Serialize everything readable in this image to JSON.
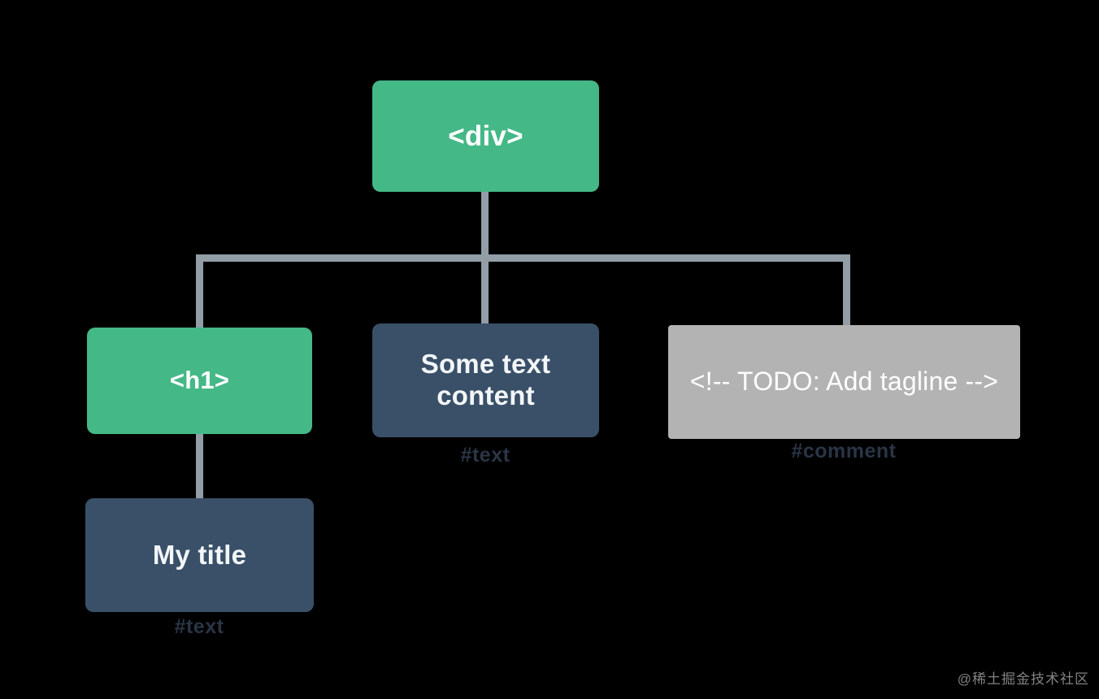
{
  "diagram": {
    "title": "DOM tree diagram",
    "type": "tree",
    "colors": {
      "background": "#000000",
      "element_node": "#44B886",
      "text_node": "#3A5068",
      "comment_node": "#B3B3B3",
      "connector": "#929DA6",
      "caption": "#2A3545",
      "node_text": "#FFFFFF"
    },
    "nodes": [
      {
        "id": "div",
        "label": "<div>",
        "kind": "element",
        "caption": ""
      },
      {
        "id": "h1",
        "label": "<h1>",
        "kind": "element",
        "caption": ""
      },
      {
        "id": "some-text",
        "label": "Some text content",
        "kind": "text",
        "caption": "#text"
      },
      {
        "id": "comment",
        "label": "<!-- TODO: Add tagline  -->",
        "kind": "comment",
        "caption": "#comment"
      },
      {
        "id": "my-title",
        "label": "My title",
        "kind": "text",
        "caption": "#text"
      }
    ],
    "edges": [
      {
        "from": "div",
        "to": "h1"
      },
      {
        "from": "div",
        "to": "some-text"
      },
      {
        "from": "div",
        "to": "comment"
      },
      {
        "from": "h1",
        "to": "my-title"
      }
    ]
  },
  "watermark": {
    "text": "@稀土掘金技术社区"
  }
}
